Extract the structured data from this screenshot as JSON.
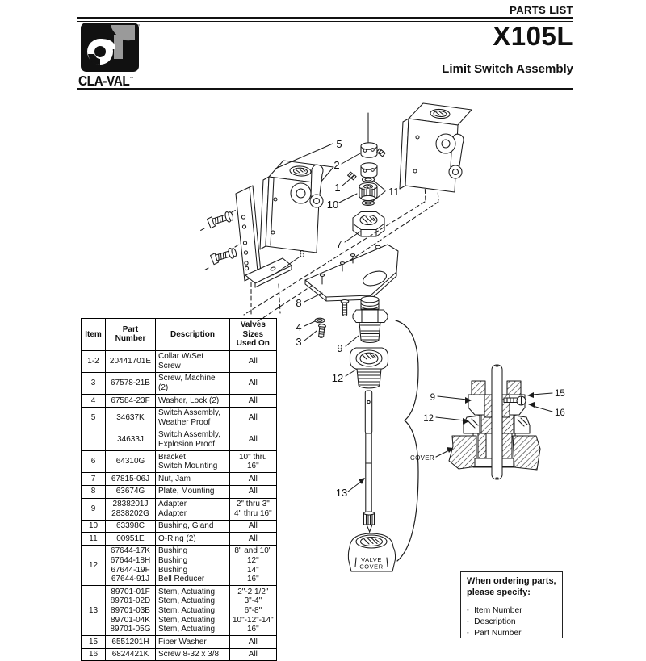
{
  "header": {
    "doc_label": "PARTS LIST",
    "model": "X105L",
    "subtitle": "Limit Switch Assembly",
    "brand": "CLA-VAL",
    "trademark": "™"
  },
  "table": {
    "headers": [
      [
        "Item"
      ],
      [
        "Part",
        "Number"
      ],
      [
        "Description"
      ],
      [
        "Valves Sizes",
        "Used On"
      ]
    ],
    "rows": [
      {
        "item": "1-2",
        "pn": [
          "20441701E"
        ],
        "desc": [
          "Collar W/Set Screw"
        ],
        "sizes": [
          "All"
        ]
      },
      {
        "item": "3",
        "pn": [
          "67578-21B"
        ],
        "desc": [
          "Screw, Machine (2)"
        ],
        "sizes": [
          "All"
        ]
      },
      {
        "item": "4",
        "pn": [
          "67584-23F"
        ],
        "desc": [
          "Washer, Lock (2)"
        ],
        "sizes": [
          "All"
        ]
      },
      {
        "item": "5",
        "pn": [
          "34637K"
        ],
        "desc": [
          "Switch Assembly,",
          "Weather Proof"
        ],
        "sizes": [
          "All"
        ]
      },
      {
        "item": "",
        "pn": [
          "34633J"
        ],
        "desc": [
          "Switch Assembly,",
          "Explosion Proof"
        ],
        "sizes": [
          "All"
        ]
      },
      {
        "item": "6",
        "pn": [
          "64310G"
        ],
        "desc": [
          "Bracket",
          "Switch Mounting"
        ],
        "sizes": [
          "10\" thru 16\""
        ]
      },
      {
        "item": "7",
        "pn": [
          "67815-06J"
        ],
        "desc": [
          "Nut, Jam"
        ],
        "sizes": [
          "All"
        ]
      },
      {
        "item": "8",
        "pn": [
          "63674G"
        ],
        "desc": [
          "Plate, Mounting"
        ],
        "sizes": [
          "All"
        ]
      },
      {
        "item": "9",
        "pn": [
          "2838201J",
          "2838202G"
        ],
        "desc": [
          "Adapter",
          "Adapter"
        ],
        "sizes": [
          "2\" thru 3\"",
          "4\" thru 16\""
        ]
      },
      {
        "item": "10",
        "pn": [
          "63398C"
        ],
        "desc": [
          "Bushing, Gland"
        ],
        "sizes": [
          "All"
        ]
      },
      {
        "item": "11",
        "pn": [
          "00951E"
        ],
        "desc": [
          "O-Ring (2)"
        ],
        "sizes": [
          "All"
        ]
      },
      {
        "item": "12",
        "pn": [
          "67644-17K",
          "67644-18H",
          "67644-19F",
          "67644-91J"
        ],
        "desc": [
          "Bushing",
          "Bushing",
          "Bushing",
          "Bell Reducer"
        ],
        "sizes": [
          "8\" and 10\"",
          "12\"",
          "14\"",
          "16\""
        ]
      },
      {
        "item": "13",
        "pn": [
          "89701-01F",
          "89701-02D",
          "89701-03B",
          "89701-04K",
          "89701-05G"
        ],
        "desc": [
          "Stem, Actuating",
          "Stem, Actuating",
          "Stem, Actuating",
          "Stem, Actuating",
          "Stem, Actuating"
        ],
        "sizes": [
          "2\"-2 1/2\"",
          "3\"-4\"",
          "6\"-8\"",
          "10\"-12\"-14\"",
          "16\""
        ]
      },
      {
        "item": "15",
        "pn": [
          "6551201H"
        ],
        "desc": [
          "Fiber Washer"
        ],
        "sizes": [
          "All"
        ]
      },
      {
        "item": "16",
        "pn": [
          "6824421K"
        ],
        "desc": [
          "Screw 8-32 x 3/8"
        ],
        "sizes": [
          "All"
        ]
      }
    ]
  },
  "ordering": {
    "title_line1": "When ordering parts,",
    "title_line2": "please specify:",
    "items": [
      "Item Number",
      "Description",
      "Part Number"
    ]
  },
  "diagram": {
    "callouts": {
      "n1": "1",
      "n2": "2",
      "n3": "3",
      "n4": "4",
      "n5": "5",
      "n6": "6",
      "n7": "7",
      "n8": "8",
      "n9": "9",
      "n10": "10",
      "n11": "11",
      "n12": "12",
      "n13": "13",
      "n15": "15",
      "n16": "16"
    },
    "valve_cover": [
      "VALVE",
      "COVER"
    ],
    "cover_label": "COVER"
  }
}
